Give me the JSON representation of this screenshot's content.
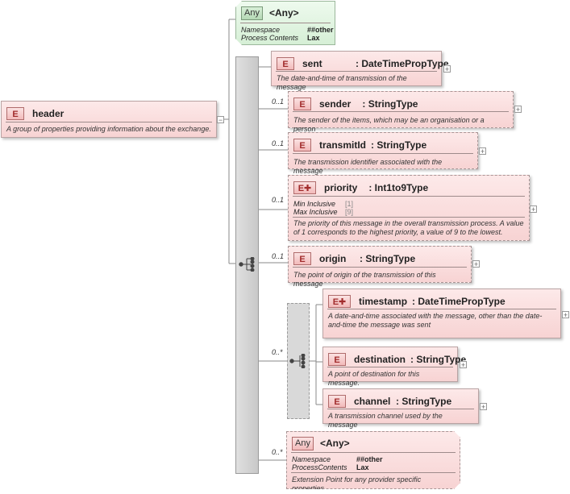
{
  "header": {
    "badge": "E",
    "name": "header",
    "desc": "A group of properties providing information about the exchange.",
    "collapse": "−"
  },
  "any_top": {
    "badge": "Any",
    "name": "<Any>",
    "ns_label": "Namespace",
    "ns_value": "##other",
    "pc_label": "Process Contents",
    "pc_value": "Lax"
  },
  "elements": {
    "sent": {
      "badge": "E",
      "name": "sent",
      "type": ": DateTimePropType",
      "desc": "The date-and-time of transmission of the message",
      "occ": ""
    },
    "sender": {
      "badge": "E",
      "name": "sender",
      "type": ": StringType",
      "desc": "The sender of the items, which may be an organisation or a person",
      "occ": "0..1"
    },
    "transmitId": {
      "badge": "E",
      "name": "transmitId",
      "type": ": StringType",
      "desc": "The transmission identifier associated with the message",
      "occ": "0..1"
    },
    "priority": {
      "badge": "E",
      "name": "priority",
      "type": ": Int1to9Type",
      "occ": "0..1",
      "min_label": "Min Inclusive",
      "min_value": "[1]",
      "max_label": "Max Inclusive",
      "max_value": "[9]",
      "desc": "The priority of this message in the overall transmission process. A value of 1 corresponds to the highest priority, a value of 9 to the lowest."
    },
    "origin": {
      "badge": "E",
      "name": "origin",
      "type": ": StringType",
      "desc": "The point of origin of the transmission of this message",
      "occ": "0..1"
    },
    "timestamp": {
      "badge": "E",
      "name": "timestamp",
      "type": ": DateTimePropType",
      "desc": "A date-and-time associated with the message, other than the date-and-time the message was sent"
    },
    "destination": {
      "badge": "E",
      "name": "destination",
      "type": ": StringType",
      "desc": "A point of destination for this message."
    },
    "channel": {
      "badge": "E",
      "name": "channel",
      "type": ": StringType",
      "desc": "A transmission channel used by the message"
    }
  },
  "choice_occ": "0..*",
  "any_bottom": {
    "occ": "0..*",
    "badge": "Any",
    "name": "<Any>",
    "ns_label": "Namespace",
    "ns_value": "##other",
    "pc_label": "ProcessContents",
    "pc_value": "Lax",
    "desc": "Extension Point for any provider specific properties"
  },
  "expand_symbol": "+",
  "colors": {
    "element_fill": "#f9dede",
    "any_fill": "#e2f4e2",
    "compositor": "#d0d0d0",
    "line": "#888888"
  }
}
